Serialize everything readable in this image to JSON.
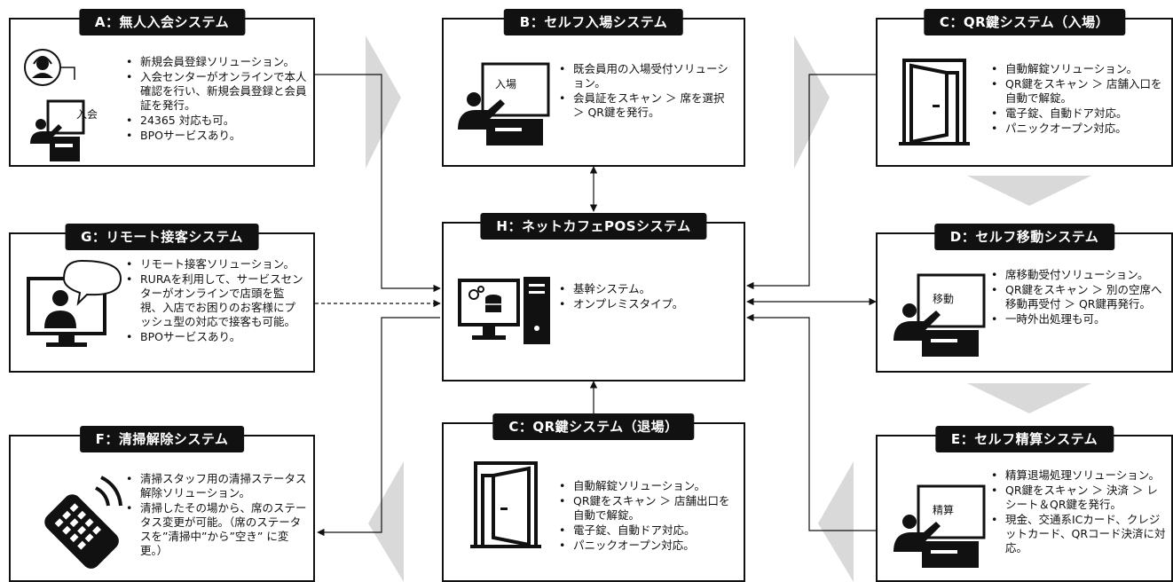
{
  "boxes": {
    "a": {
      "title": "A：無人入会システム",
      "icon_label": "入会",
      "bullets": [
        "新規会員登録ソリューション。",
        "入会センターがオンラインで本人確認を行い、新規会員登録と会員証を発行。",
        "24365 対応も可。",
        "BPOサービスあり。"
      ]
    },
    "b": {
      "title": "B：セルフ入場システム",
      "icon_label": "入場",
      "bullets": [
        "既会員用の入場受付ソリューション。",
        "会員証をスキャン ＞ 席を選択 ＞ QR鍵を発行。"
      ]
    },
    "c_in": {
      "title": "C：QR鍵システム（入場）",
      "bullets": [
        "自動解錠ソリューション。",
        "QR鍵をスキャン ＞ 店舗入口を自動で解錠。",
        "電子錠、自動ドア対応。",
        "パニックオープン対応。"
      ]
    },
    "g": {
      "title": "G：リモート接客システム",
      "bullets": [
        "リモート接客ソリューション。",
        "RURAを利用して、サービスセンターがオンラインで店頭を監視、入店でお困りのお客様にプッシュ型の対応で接客も可能。",
        "BPOサービスあり。"
      ]
    },
    "h": {
      "title": "H：ネットカフェPOSシステム",
      "bullets": [
        "基幹システム。",
        "オンプレミスタイプ。"
      ]
    },
    "d": {
      "title": "D：セルフ移動システム",
      "icon_label": "移動",
      "bullets": [
        "席移動受付ソリューション。",
        "QR鍵をスキャン ＞ 別の空席へ移動再受付 ＞ QR鍵再発行。",
        "一時外出処理も可。"
      ]
    },
    "f": {
      "title": "F：清掃解除システム",
      "bullets": [
        "清掃スタッフ用の清掃ステータス解除ソリューション。",
        "清掃したその場から、席のステータス変更が可能。（席のステータスを”清掃中”から”空き” に変更。）"
      ]
    },
    "c_out": {
      "title": "C：QR鍵システム（退場）",
      "bullets": [
        "自動解錠ソリューション。",
        "QR鍵をスキャン ＞ 店舗出口を自動で解錠。",
        "電子錠、自動ドア対応。",
        "パニックオープン対応。"
      ]
    },
    "e": {
      "title": "E：セルフ精算システム",
      "icon_label": "精算",
      "bullets": [
        "精算退場処理ソリューション。",
        "QR鍵をスキャン ＞ 決済 ＞ レシート＆QR鍵を発行。",
        "現金、交通系ICカード、クレジットカード、QRコード決済に対応。"
      ]
    }
  },
  "colors": {
    "border": "#111111",
    "tab": "#111111",
    "chevron": "#d9d9d9"
  }
}
